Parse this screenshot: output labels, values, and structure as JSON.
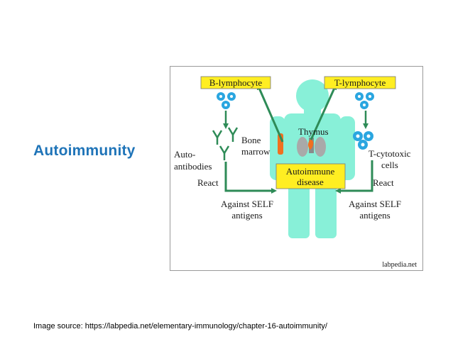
{
  "slide": {
    "title": "Autoimmunity",
    "source": "Image source: https://labpedia.net/elementary-immunology/chapter-16-autoimmunity/"
  },
  "diagram": {
    "b_lymphocyte": "B-lymphocyte",
    "t_lymphocyte": "T-lymphocyte",
    "bone": "Bone",
    "marrow": "marrow",
    "thymus": "Thymus",
    "auto": "Auto-",
    "antibodies": "antibodies",
    "react_left": "React",
    "t_cytotoxic": "T-cytotoxic",
    "cells": "cells",
    "react_right": "React",
    "autoimmune": "Autoimmune",
    "disease": "disease",
    "against_left_1": "Against SELF",
    "against_left_2": "antigens",
    "against_right_1": "Against SELF",
    "against_right_2": "antigens",
    "watermark": "labpedia.net"
  },
  "colors": {
    "title": "#1f74b8",
    "label_box": "#ffee22",
    "body": "#88f0d8",
    "arrow": "#2e8b57",
    "cell": "#2aa6e0",
    "bone": "#f07020"
  }
}
